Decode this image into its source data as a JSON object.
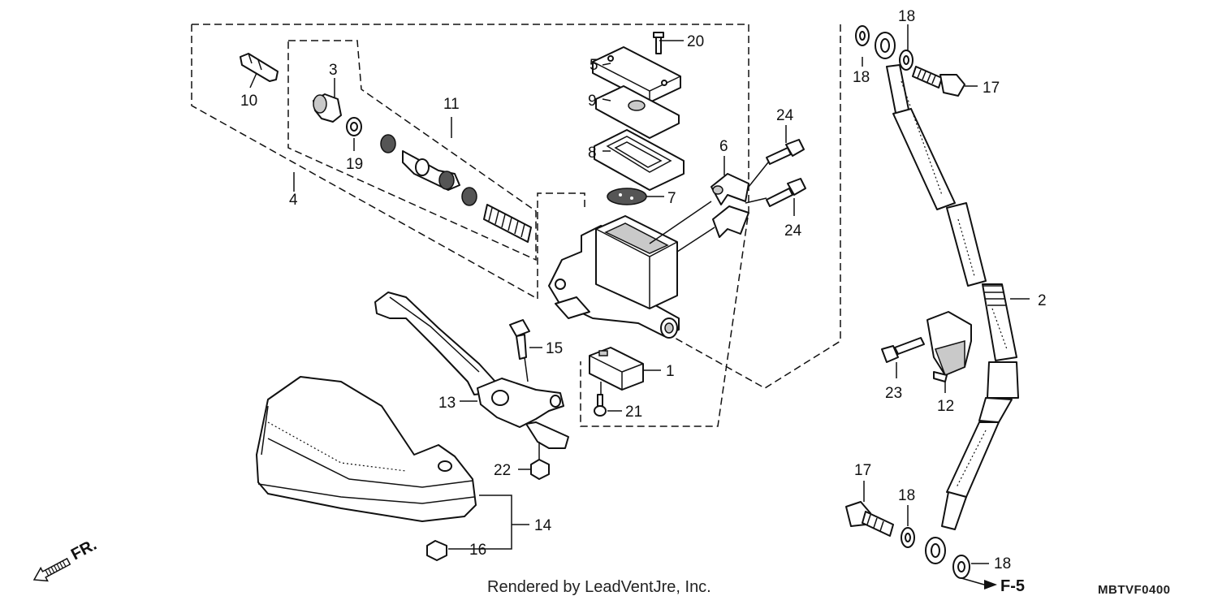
{
  "callouts": [
    "1",
    "2",
    "3",
    "4",
    "5",
    "6",
    "7",
    "8",
    "9",
    "10",
    "11",
    "12",
    "13",
    "14",
    "15",
    "16",
    "17",
    "17",
    "18",
    "18",
    "18",
    "18",
    "19",
    "20",
    "21",
    "22",
    "23",
    "24",
    "24"
  ],
  "direction_label": "FR.",
  "page_ref": "F-5",
  "footer_text": "Rendered by LeadVentJre, Inc.",
  "diagram_code": "MBTVF0400"
}
